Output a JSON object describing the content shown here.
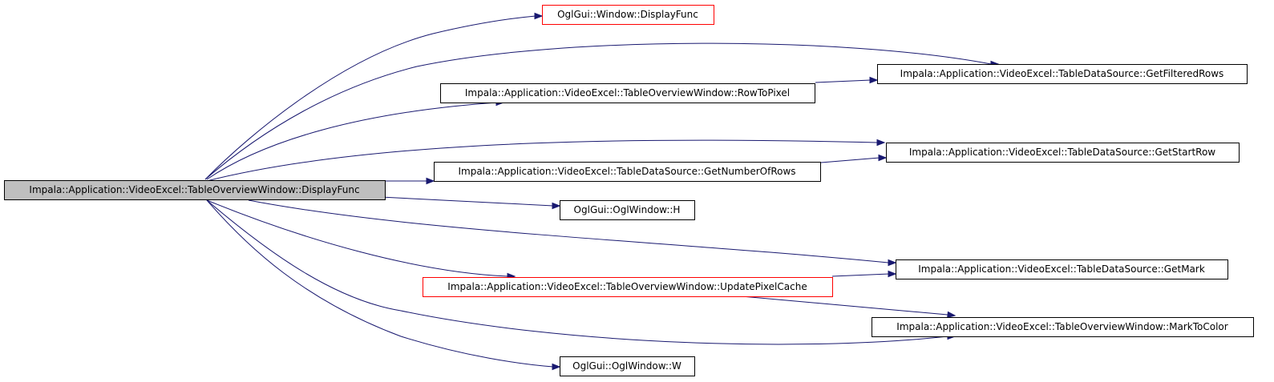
{
  "colors": {
    "edge": "#191970",
    "node_border_default": "#000000",
    "node_border_highlight": "#ff0000",
    "root_fill": "#bfbfbf",
    "node_fill": "#ffffff"
  },
  "nodes": [
    {
      "id": "root",
      "label": "Impala::Application::VideoExcel::TableOverviewWindow::DisplayFunc",
      "style": "root"
    },
    {
      "id": "n1",
      "label": "OglGui::Window::DisplayFunc",
      "style": "highlight"
    },
    {
      "id": "n2",
      "label": "Impala::Application::VideoExcel::TableDataSource::GetFilteredRows",
      "style": "default"
    },
    {
      "id": "n3",
      "label": "Impala::Application::VideoExcel::TableOverviewWindow::RowToPixel",
      "style": "default"
    },
    {
      "id": "n4",
      "label": "Impala::Application::VideoExcel::TableDataSource::GetStartRow",
      "style": "default"
    },
    {
      "id": "n5",
      "label": "Impala::Application::VideoExcel::TableDataSource::GetNumberOfRows",
      "style": "default"
    },
    {
      "id": "n6",
      "label": "OglGui::OglWindow::H",
      "style": "default"
    },
    {
      "id": "n7",
      "label": "Impala::Application::VideoExcel::TableDataSource::GetMark",
      "style": "default"
    },
    {
      "id": "n8",
      "label": "Impala::Application::VideoExcel::TableOverviewWindow::UpdatePixelCache",
      "style": "highlight"
    },
    {
      "id": "n9",
      "label": "Impala::Application::VideoExcel::TableOverviewWindow::MarkToColor",
      "style": "default"
    },
    {
      "id": "n10",
      "label": "OglGui::OglWindow::W",
      "style": "default"
    }
  ],
  "edges": [
    {
      "from": "root",
      "to": "n1"
    },
    {
      "from": "root",
      "to": "n2"
    },
    {
      "from": "root",
      "to": "n3"
    },
    {
      "from": "root",
      "to": "n4"
    },
    {
      "from": "root",
      "to": "n5"
    },
    {
      "from": "root",
      "to": "n6"
    },
    {
      "from": "root",
      "to": "n7"
    },
    {
      "from": "root",
      "to": "n8"
    },
    {
      "from": "root",
      "to": "n9"
    },
    {
      "from": "root",
      "to": "n10"
    },
    {
      "from": "n3",
      "to": "n2"
    },
    {
      "from": "n5",
      "to": "n4"
    },
    {
      "from": "n8",
      "to": "n7"
    },
    {
      "from": "n8",
      "to": "n9"
    }
  ]
}
